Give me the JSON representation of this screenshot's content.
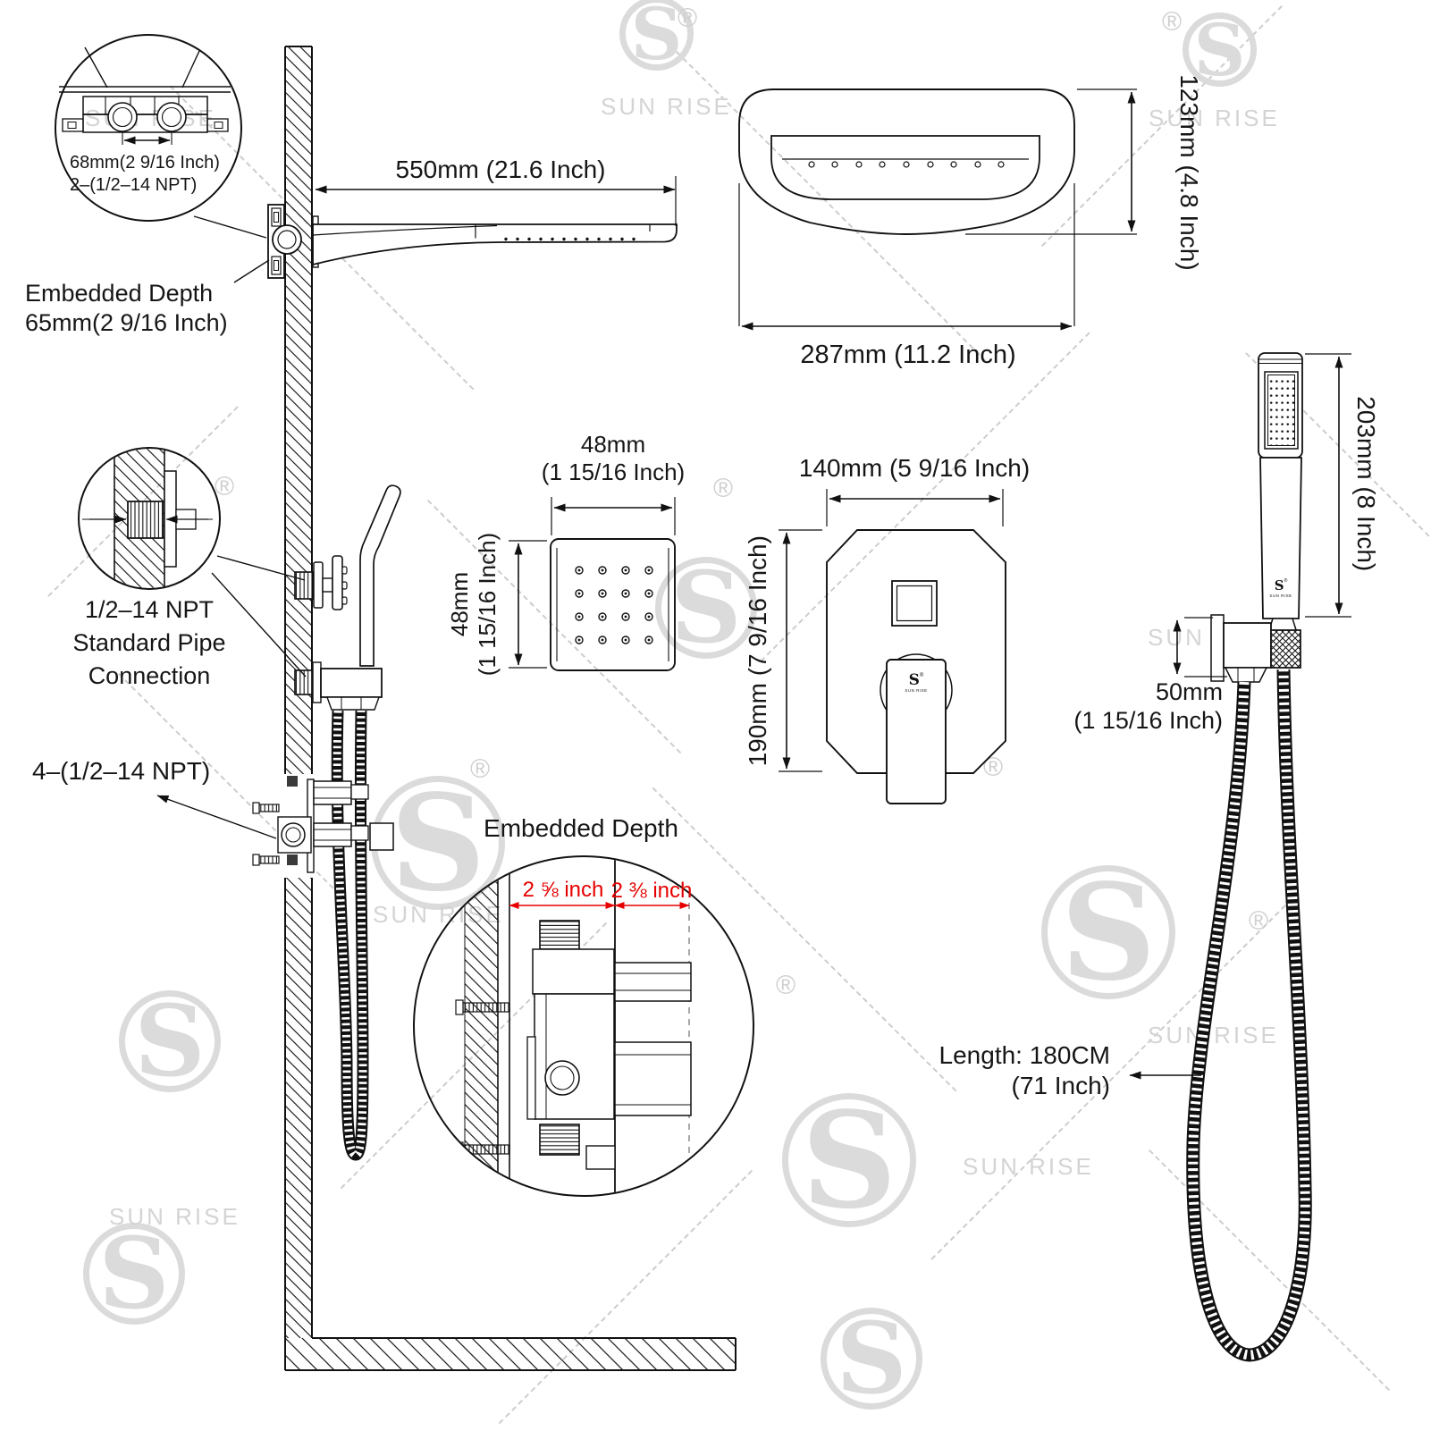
{
  "title": "Shower system installation dimension diagram",
  "watermark": {
    "brand": "SUN RISE",
    "registered": "®",
    "logo_letter": "S"
  },
  "labels": {
    "top_detail": {
      "line1": "68mm(2 9/16 Inch)",
      "line2": "2–(1/2–14 NPT)"
    },
    "embedded_depth_wall": {
      "line1": "Embedded Depth",
      "line2": "65mm(2 9/16 Inch)"
    },
    "arm_length": "550mm (21.6 Inch)",
    "head_height": "123mm (4.8 Inch)",
    "head_width": "287mm (11.2 Inch)",
    "jet_width": {
      "line1": "48mm",
      "line2": "(1 15/16 Inch)"
    },
    "jet_height": {
      "line1": "48mm",
      "line2": "(1 15/16 Inch)"
    },
    "valve_width": "140mm (5 9/16 Inch)",
    "valve_height": "190mm (7 9/16 Inch)",
    "handshower_height": "203mm (8 Inch)",
    "bracket_height": {
      "line1": "50mm",
      "line2": "(1 15/16 Inch)"
    },
    "npt_connection": {
      "line1": "1/2–14 NPT",
      "line2": "Standard Pipe",
      "line3": "Connection"
    },
    "npt_four": "4–(1/2–14 NPT)",
    "embedded_depth_detail_title": "Embedded Depth",
    "depth_left": "2 ⅝ inch",
    "depth_right": "2 ⅜ inch",
    "hose_length": {
      "line1": "Length: 180CM",
      "line2": "(71 Inch)"
    }
  },
  "colors": {
    "line": "#111111",
    "dimension_red": "#e60000",
    "watermark_gray": "#d8d8d8"
  }
}
